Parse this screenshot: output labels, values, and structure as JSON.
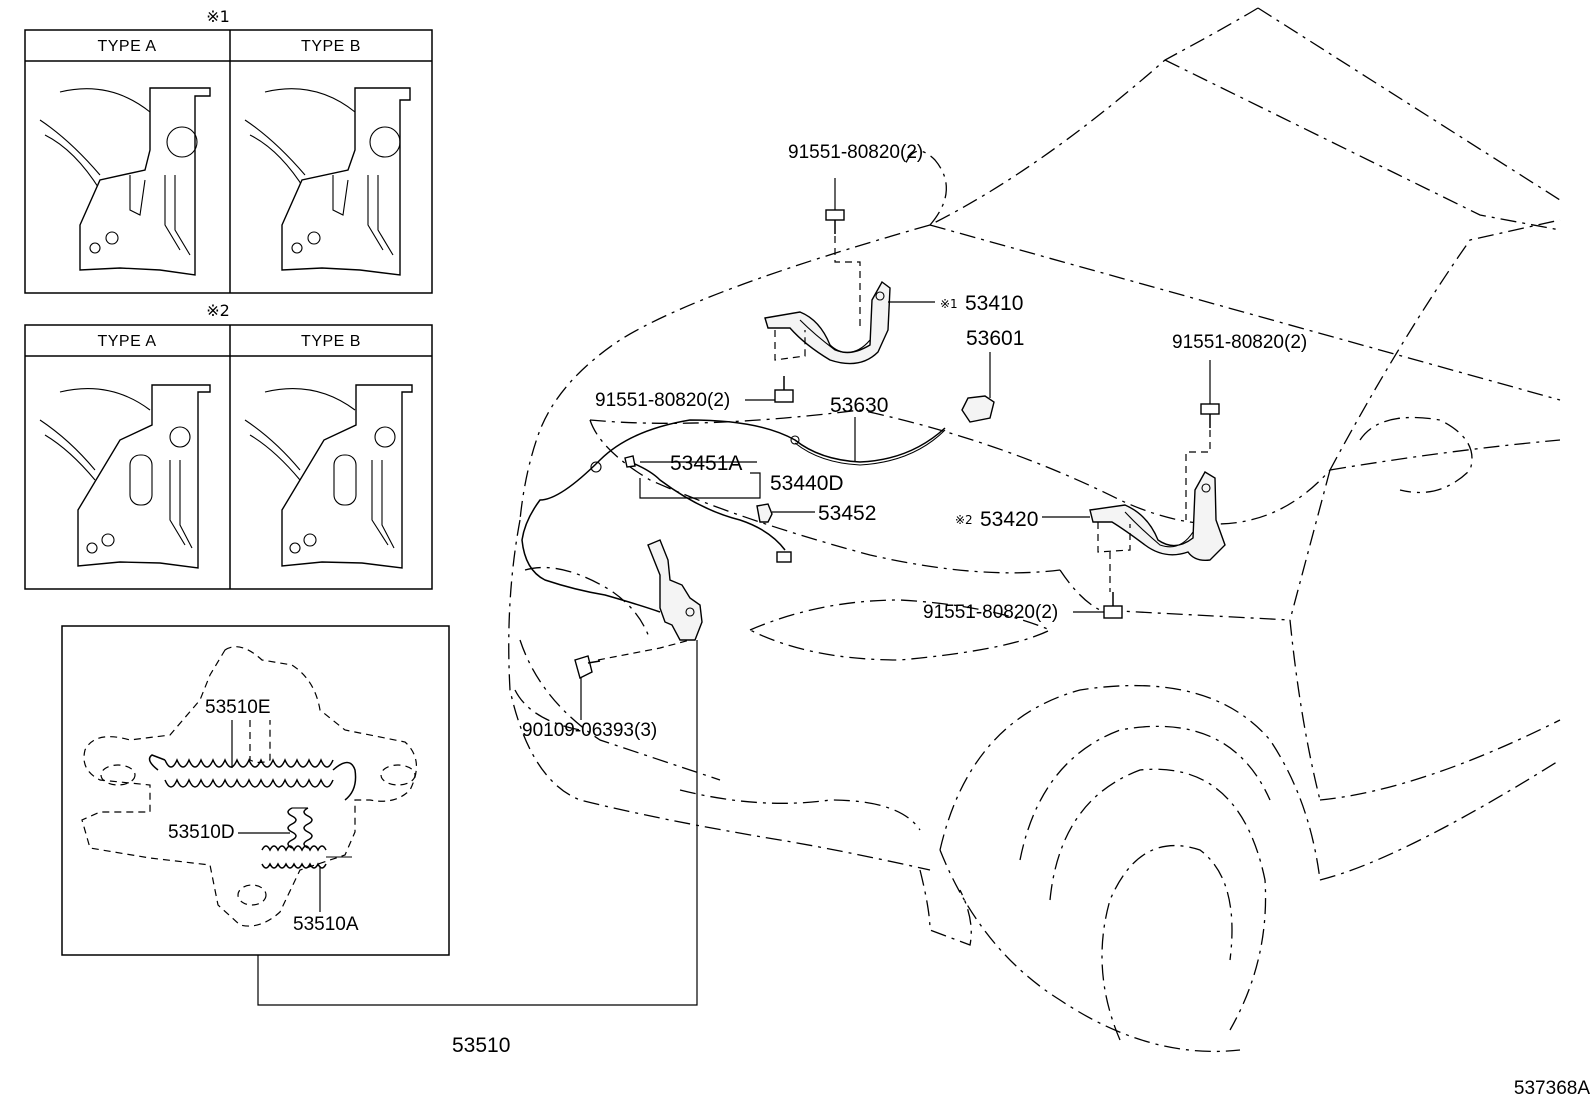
{
  "inset1": {
    "mark": "※1",
    "headers": [
      "TYPE A",
      "TYPE B"
    ]
  },
  "inset2": {
    "mark": "※2",
    "headers": [
      "TYPE A",
      "TYPE B"
    ]
  },
  "latch_detail": {
    "labels": {
      "spring_e": "53510E",
      "spring_d": "53510D",
      "spring_a": "53510A"
    }
  },
  "callouts": {
    "bolt_top": "91551-80820(2)",
    "hinge_lh_mark": "※1",
    "hinge_lh": "53410",
    "bolt_lh_lower": "91551-80820(2)",
    "cable": "53630",
    "bumper_53601": "53601",
    "bolt_rh_upper": "91551-80820(2)",
    "cable_53451a": "53451A",
    "cable_53440d": "53440D",
    "clip_53452": "53452",
    "hinge_rh_mark": "※2",
    "hinge_rh": "53420",
    "bolt_rh_lower": "91551-80820(2)",
    "latch_bolt": "90109-06393(3)",
    "latch_assy": "53510"
  },
  "diagram_code": "537368A"
}
